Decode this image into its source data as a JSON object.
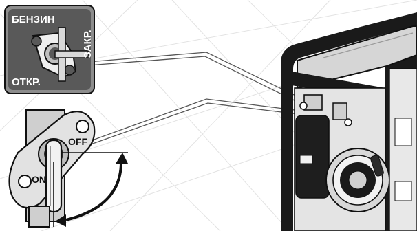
{
  "fuel_sign": {
    "fuel": "БЕНЗИН",
    "closed": "ЗАКР.",
    "open": "ОТКР."
  },
  "valve": {
    "off_label": "OFF",
    "on_label": "ON"
  },
  "colors": {
    "sign_bg": "#595959",
    "sign_frame": "#8c8c8c",
    "outline": "#111111",
    "valve_body": "#d9d9d9",
    "lever": "#eeeeee",
    "generator_dark": "#1a1a1a",
    "generator_light": "#d6d6d6",
    "watermark_lines": "#dedede"
  }
}
